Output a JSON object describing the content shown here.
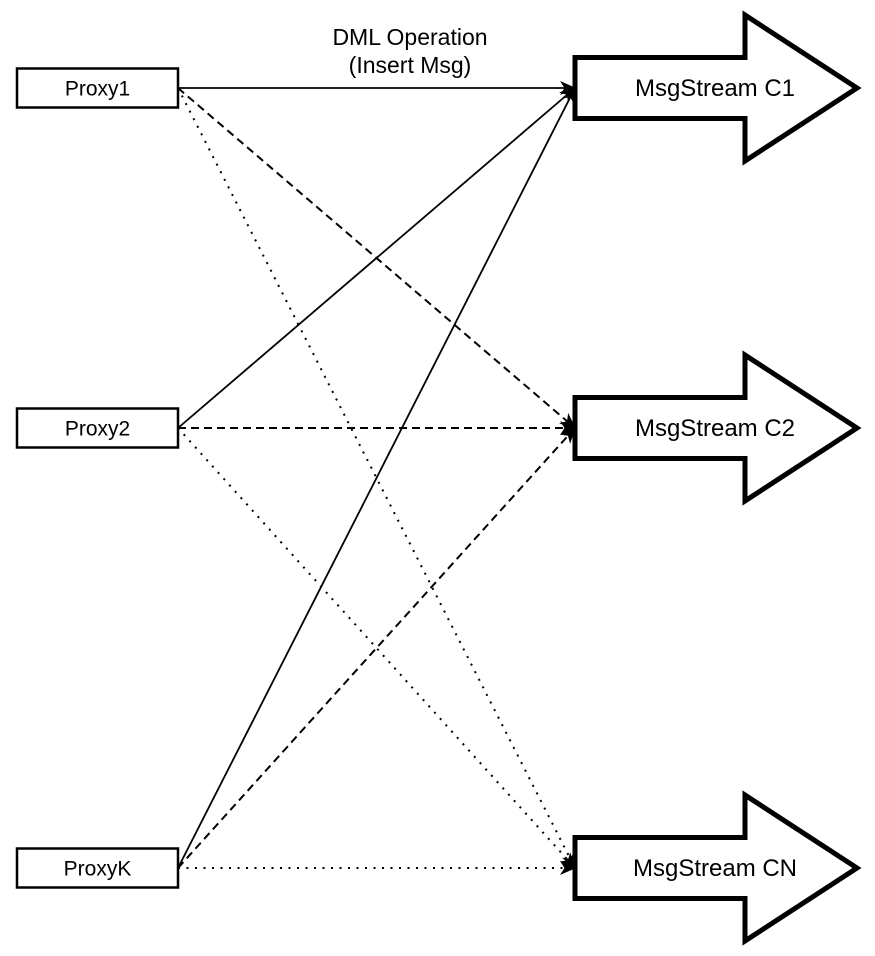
{
  "diagram": {
    "title_line1": "DML Operation",
    "title_line2": "(Insert Msg)",
    "proxies": [
      {
        "label": "Proxy1"
      },
      {
        "label": "Proxy2"
      },
      {
        "label": "ProxyK"
      }
    ],
    "streams": [
      {
        "label": "MsgStream C1"
      },
      {
        "label": "MsgStream C2"
      },
      {
        "label": "MsgStream CN"
      }
    ],
    "edges": [
      {
        "from": "Proxy1",
        "to": "MsgStream C1",
        "style": "solid"
      },
      {
        "from": "Proxy2",
        "to": "MsgStream C1",
        "style": "solid"
      },
      {
        "from": "ProxyK",
        "to": "MsgStream C1",
        "style": "solid"
      },
      {
        "from": "Proxy1",
        "to": "MsgStream C2",
        "style": "dashed"
      },
      {
        "from": "Proxy2",
        "to": "MsgStream C2",
        "style": "dashed"
      },
      {
        "from": "ProxyK",
        "to": "MsgStream C2",
        "style": "dashed"
      },
      {
        "from": "Proxy1",
        "to": "MsgStream CN",
        "style": "dotted"
      },
      {
        "from": "Proxy2",
        "to": "MsgStream CN",
        "style": "dotted"
      },
      {
        "from": "ProxyK",
        "to": "MsgStream CN",
        "style": "dotted"
      }
    ],
    "colors": {
      "stroke": "#000000",
      "fill": "#ffffff",
      "background": "#ffffff"
    }
  }
}
